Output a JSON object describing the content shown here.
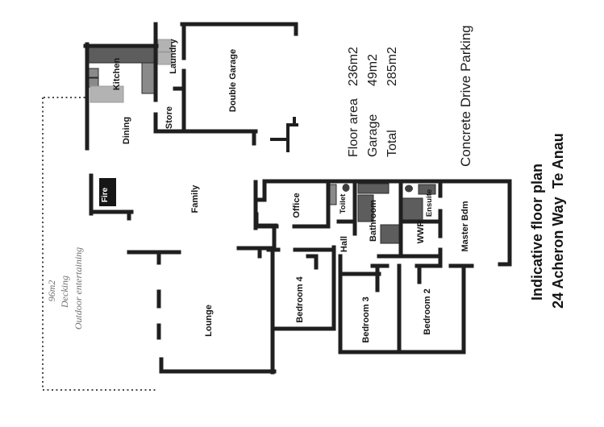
{
  "title": {
    "line1": "Indicative floor plan",
    "line2": "24 Acheron Way  Te Anau"
  },
  "areas": {
    "rows": [
      {
        "label": "Floor area",
        "value": "236m2"
      },
      {
        "label": "Garage",
        "value": "49m2"
      },
      {
        "label": "Total",
        "value": "285m2"
      }
    ]
  },
  "site_note": "Concrete Drive Parking",
  "deck": {
    "line1": "96m2",
    "line2": "Decking",
    "line3": "Outdoor entertaining"
  },
  "rooms": {
    "kitchen": "Kitchen",
    "dining": "Dining",
    "laundry": "Laundry",
    "store": "Store",
    "garage": "Double Garage",
    "family": "Family",
    "fire": "Fire",
    "lounge": "Lounge",
    "office": "Office",
    "toilet": "Toilet",
    "hall": "Hall",
    "bathroom": "Bathroom",
    "wwr": "WWR",
    "ensuite": "Ensuite",
    "master": "Master Bdm",
    "bedroom4": "Bedroom 4",
    "bedroom3": "Bedroom 3",
    "bedroom2": "Bedroom 2"
  },
  "colors": {
    "ink": "#1f1f1f",
    "fixture_dark": "#5d5d5d",
    "fixture_light": "#b3b3b3",
    "background": "#ffffff"
  }
}
